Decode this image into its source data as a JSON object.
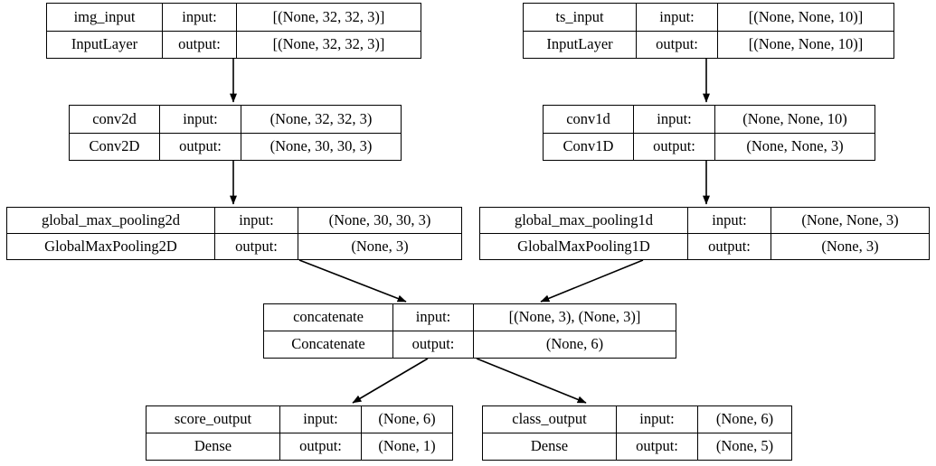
{
  "diagram": {
    "title": "Keras functional model graph",
    "type": "model-architecture-graph",
    "background_color": "#ffffff",
    "node_border_color": "#000000",
    "edge_color": "#000000",
    "row_labels": {
      "input": "input:",
      "output": "output:"
    }
  },
  "nodes": [
    {
      "id": "img_input",
      "name": "img_input",
      "class_name": "InputLayer",
      "input_label": "input:",
      "output_label": "output:",
      "input_shape": "[(None, 32, 32, 3)]",
      "output_shape": "[(None, 32, 32, 3)]"
    },
    {
      "id": "ts_input",
      "name": "ts_input",
      "class_name": "InputLayer",
      "input_label": "input:",
      "output_label": "output:",
      "input_shape": "[(None, None, 10)]",
      "output_shape": "[(None, None, 10)]"
    },
    {
      "id": "conv2d",
      "name": "conv2d",
      "class_name": "Conv2D",
      "input_label": "input:",
      "output_label": "output:",
      "input_shape": "(None, 32, 32, 3)",
      "output_shape": "(None, 30, 30, 3)"
    },
    {
      "id": "conv1d",
      "name": "conv1d",
      "class_name": "Conv1D",
      "input_label": "input:",
      "output_label": "output:",
      "input_shape": "(None, None, 10)",
      "output_shape": "(None, None, 3)"
    },
    {
      "id": "global_max_pooling2d",
      "name": "global_max_pooling2d",
      "class_name": "GlobalMaxPooling2D",
      "input_label": "input:",
      "output_label": "output:",
      "input_shape": "(None, 30, 30, 3)",
      "output_shape": "(None, 3)"
    },
    {
      "id": "global_max_pooling1d",
      "name": "global_max_pooling1d",
      "class_name": "GlobalMaxPooling1D",
      "input_label": "input:",
      "output_label": "output:",
      "input_shape": "(None, None, 3)",
      "output_shape": "(None, 3)"
    },
    {
      "id": "concatenate",
      "name": "concatenate",
      "class_name": "Concatenate",
      "input_label": "input:",
      "output_label": "output:",
      "input_shape": "[(None, 3), (None, 3)]",
      "output_shape": "(None, 6)"
    },
    {
      "id": "score_output",
      "name": "score_output",
      "class_name": "Dense",
      "input_label": "input:",
      "output_label": "output:",
      "input_shape": "(None, 6)",
      "output_shape": "(None, 1)"
    },
    {
      "id": "class_output",
      "name": "class_output",
      "class_name": "Dense",
      "input_label": "input:",
      "output_label": "output:",
      "input_shape": "(None, 6)",
      "output_shape": "(None, 5)"
    }
  ],
  "edges": [
    {
      "from": "img_input",
      "to": "conv2d"
    },
    {
      "from": "ts_input",
      "to": "conv1d"
    },
    {
      "from": "conv2d",
      "to": "global_max_pooling2d"
    },
    {
      "from": "conv1d",
      "to": "global_max_pooling1d"
    },
    {
      "from": "global_max_pooling2d",
      "to": "concatenate"
    },
    {
      "from": "global_max_pooling1d",
      "to": "concatenate"
    },
    {
      "from": "concatenate",
      "to": "score_output"
    },
    {
      "from": "concatenate",
      "to": "class_output"
    }
  ]
}
